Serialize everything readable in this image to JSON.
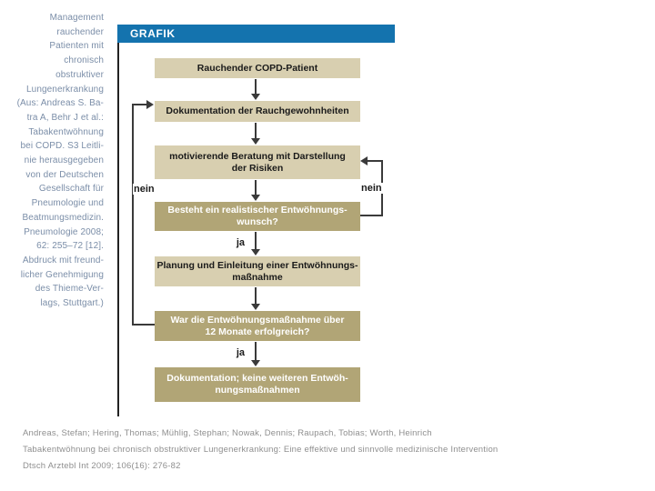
{
  "sidebar": {
    "caption_lines": [
      "Management",
      "rauchender",
      "Patienten mit",
      "chronisch",
      "obstruktiver",
      "Lungenerkrankung",
      "(Aus: Andreas S. Ba-",
      "tra A, Behr J et al.:",
      "Tabakentwöhnung",
      "bei COPD. S3 Leitli-",
      "nie herausgegeben",
      "von der Deutschen",
      "Gesellschaft für",
      "Pneumologie und",
      "Beatmungsmedizin.",
      "Pneumologie 2008;",
      "62: 255–72 [12].",
      "Abdruck mit freund-",
      "licher Genehmigung",
      "des Thieme-Ver-",
      "lags, Stuttgart.)"
    ]
  },
  "header": {
    "label": "GRAFIK"
  },
  "flowchart": {
    "nodes": [
      {
        "variant": "light",
        "lines": [
          "Rauchender COPD-Patient"
        ]
      },
      {
        "variant": "light",
        "lines": [
          "Dokumentation der Rauchgewohnheiten"
        ]
      },
      {
        "variant": "light",
        "lines": [
          "motivierende Beratung mit Darstellung",
          "der Risiken"
        ]
      },
      {
        "variant": "dark",
        "lines": [
          "Besteht ein realistischer Entwöhnungs-",
          "wunsch?"
        ]
      },
      {
        "variant": "light",
        "lines": [
          "Planung und Einleitung einer Entwöhnungs-",
          "maßnahme"
        ]
      },
      {
        "variant": "dark",
        "lines": [
          "War die Entwöhnungsmaßnahme über",
          "12 Monate erfolgreich?"
        ]
      },
      {
        "variant": "dark",
        "lines": [
          "Dokumentation; keine weiteren Entwöh-",
          "nungsmaßnahmen"
        ]
      }
    ],
    "labels": {
      "yes": "ja",
      "no": "nein"
    }
  },
  "footer": {
    "lines": [
      "Andreas, Stefan; Hering, Thomas; Mühlig, Stephan; Nowak, Dennis; Raupach, Tobias; Worth, Heinrich",
      "Tabakentwöhnung bei chronisch obstruktiver Lungenerkrankung: Eine effektive und sinnvolle medizinische Intervention",
      "Dtsch Arztebl Int 2009; 106(16): 276-82"
    ]
  },
  "colors": {
    "accent_blue": "#1473ae",
    "box_light": "#d8cfb0",
    "box_dark": "#b1a576",
    "sidebar_text": "#7b8ea8",
    "footer_text": "#8f8f8f",
    "connector": "#3a3a3a",
    "node_text_dark": "#1a1a1a",
    "node_text_light": "#ffffff"
  }
}
